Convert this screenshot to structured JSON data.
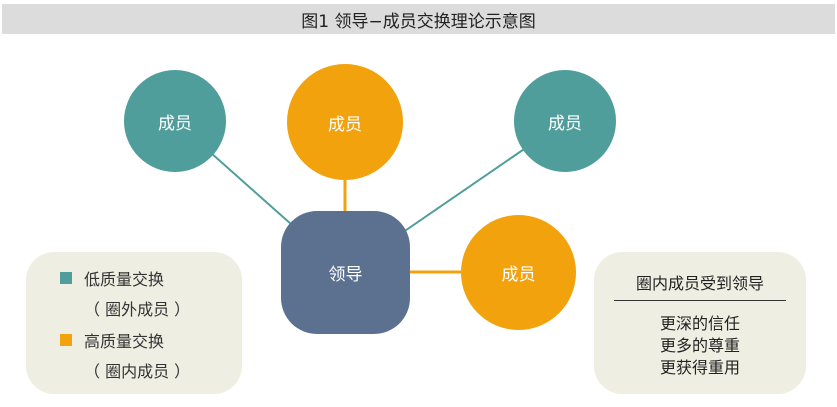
{
  "title": "图1  领导−成员交换理论示意图",
  "nodes": {
    "member_top_left": "成员",
    "member_top_center": "成员",
    "member_top_right": "成员",
    "member_right": "成员",
    "leader": "领导"
  },
  "colors": {
    "low_quality": "#4f9e9b",
    "high_quality": "#f2a20c",
    "leader": "#5c7190",
    "panel_bg": "#efeee2"
  },
  "legend": {
    "low_label": "低质量交换",
    "low_sub": "（ 圈外成员 ）",
    "high_label": "高质量交换",
    "high_sub": "（ 圈内成员 ）"
  },
  "info": {
    "heading": "圈内成员受到领导",
    "lines": [
      "更深的信任",
      "更多的尊重",
      "更获得重用"
    ]
  }
}
